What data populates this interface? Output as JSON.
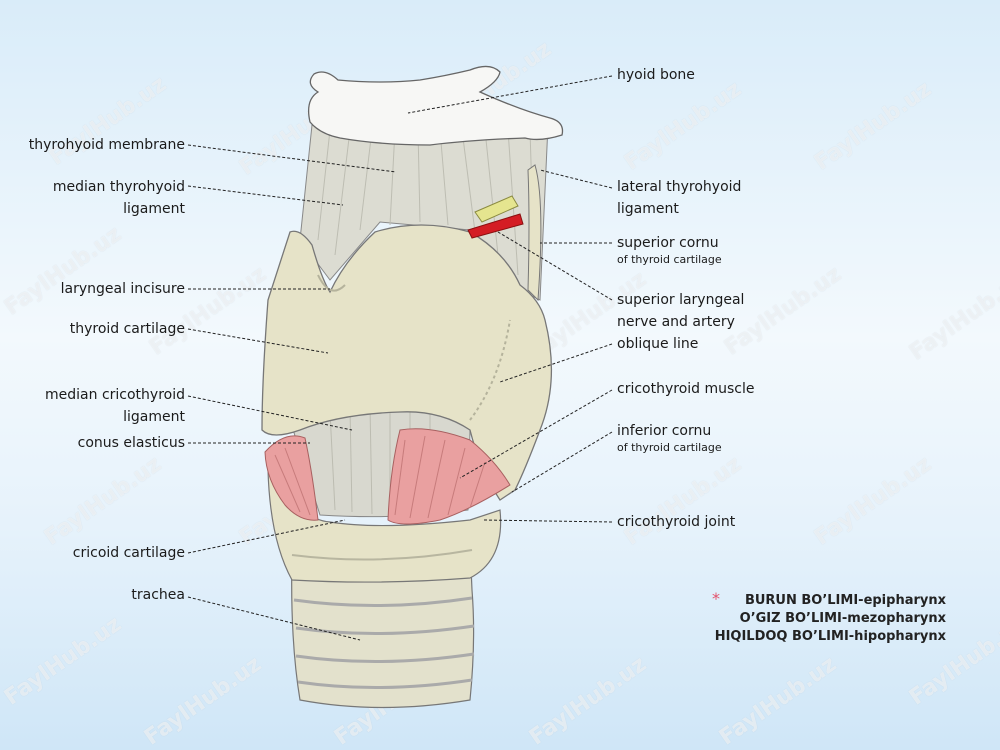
{
  "labels": {
    "hyoid_bone": "hyoid bone",
    "thyrohyoid_membrane": "thyrohyoid membrane",
    "median_thyrohyoid_1": "median thyrohyoid",
    "median_thyrohyoid_2": "ligament",
    "lateral_thyrohyoid_1": "lateral thyrohyoid",
    "lateral_thyrohyoid_2": "ligament",
    "superior_cornu_1": "superior cornu",
    "superior_cornu_2": "of thyroid cartilage",
    "laryngeal_incisure": "laryngeal incisure",
    "superior_laryngeal_1": "superior laryngeal",
    "superior_laryngeal_2": "nerve and artery",
    "thyroid_cartilage": "thyroid cartilage",
    "oblique_line": "oblique line",
    "median_cricothyroid_1": "median cricothyroid",
    "median_cricothyroid_2": "ligament",
    "cricothyroid_muscle": "cricothyroid muscle",
    "conus_elasticus": "conus elasticus",
    "inferior_cornu_1": "inferior cornu",
    "inferior_cornu_2": "of thyroid cartilage",
    "cricothyroid_joint": "cricothyroid joint",
    "cricoid_cartilage": "cricoid cartilage",
    "trachea": "trachea"
  },
  "notes": {
    "bullet": "*",
    "line1": "BURUN BO’LIMI-epipharynx",
    "line2": "O’GIZ BO’LIMI-mezopharynx",
    "line3": "HIQILDOQ BO’LIMI-hipopharynx"
  },
  "watermark": "FaylHub.uz",
  "colors": {
    "bone": "#f7f7f5",
    "cartilage": "#e6e3c8",
    "membrane": "#dcdcd2",
    "muscle": "#e9a0a0",
    "nerve": "#e5e58f",
    "artery": "#d41d24"
  }
}
